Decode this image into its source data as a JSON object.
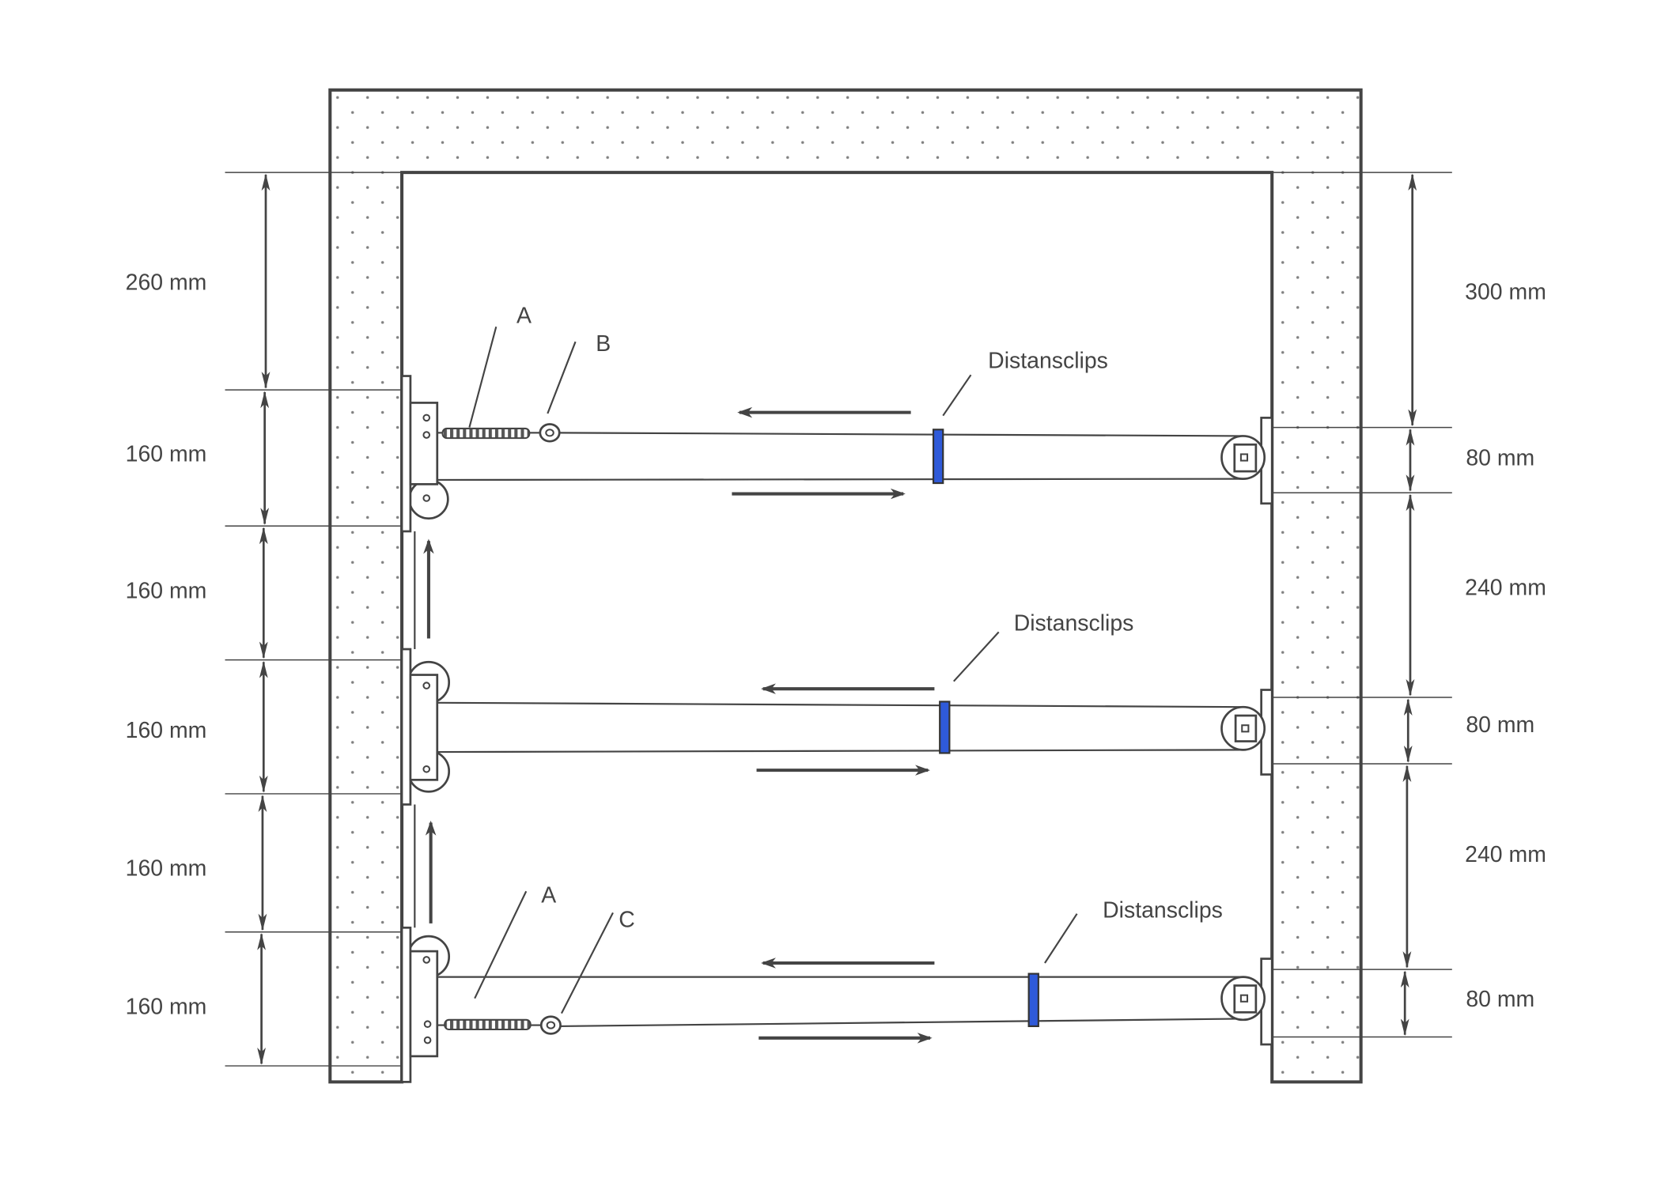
{
  "dimensions": {
    "left": [
      "260 mm",
      "160 mm",
      "160 mm",
      "160 mm",
      "160 mm",
      "160 mm"
    ],
    "right": [
      "300 mm",
      "80 mm",
      "240 mm",
      "80 mm",
      "240 mm",
      "80 mm"
    ]
  },
  "callouts": {
    "top": {
      "a": "A",
      "b": "B",
      "clip": "Distansclips"
    },
    "middle": {
      "clip": "Distansclips"
    },
    "bottom": {
      "a": "A",
      "c": "C",
      "clip": "Distansclips"
    }
  },
  "colors": {
    "line": "#444444",
    "clip": "#2f5ad9",
    "wall_dots": "#808080",
    "background": "#ffffff"
  }
}
